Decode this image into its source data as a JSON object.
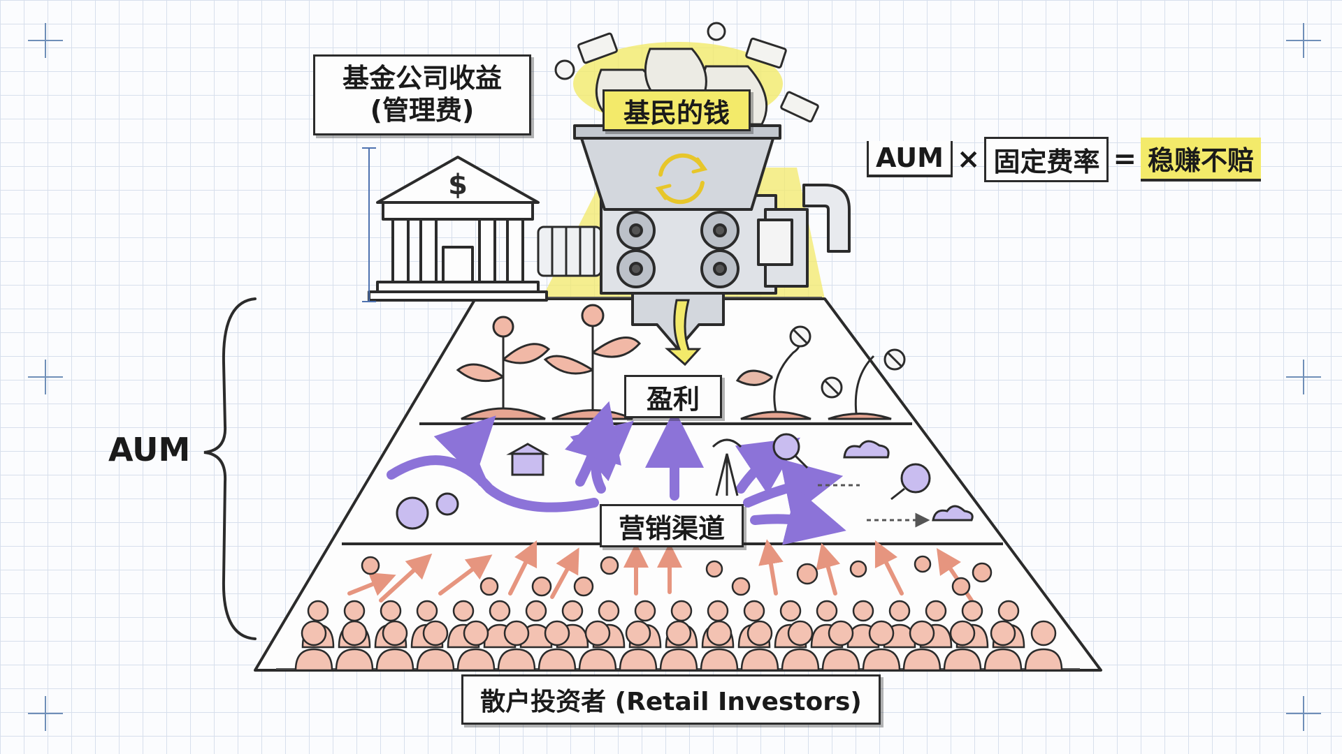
{
  "labels": {
    "fund_income_line1": "基金公司收益",
    "fund_income_line2": "(管理费)",
    "investor_money": "基民的钱",
    "aum_side": "AUM",
    "profit": "盈利",
    "marketing_channels": "营销渠道",
    "retail_investors": "散户投资者 (Retail Investors)"
  },
  "formula": {
    "aum": "AUM",
    "times": "×",
    "fixed_fee_rate": "固定费率",
    "equals": "=",
    "result": "稳赚不赔"
  },
  "colors": {
    "highlight_yellow": "#f3ea6a",
    "purple_arrows": "#8c73d8",
    "salmon_people": "#e6957f",
    "ink": "#2b2b2b"
  },
  "icons": {
    "bank": "bank-dollar-icon",
    "funnel": "money-funnel-machine-icon",
    "recycle": "recycle-arrows-icon"
  }
}
